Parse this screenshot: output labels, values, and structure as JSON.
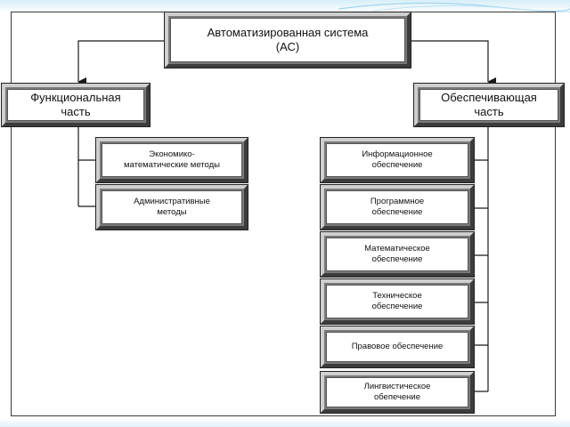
{
  "diagram": {
    "root": {
      "line1": "Автоматизированная система",
      "line2": "(АС)"
    },
    "left_branch": {
      "line1": "Функциональная",
      "line2": "часть",
      "items": [
        {
          "line1": "Экономико-",
          "line2": "математические методы"
        },
        {
          "line1": "Административные",
          "line2": "методы"
        }
      ]
    },
    "right_branch": {
      "line1": "Обеспечивающая",
      "line2": "часть",
      "items": [
        {
          "line1": "Информационное",
          "line2": "обеспечение"
        },
        {
          "line1": "Программное",
          "line2": "обеспечение"
        },
        {
          "line1": "Математическое",
          "line2": "обеспечение"
        },
        {
          "line1": "Техническое",
          "line2": "обеспечение"
        },
        {
          "line1": "Правовое обеспечение",
          "line2": ""
        },
        {
          "line1": "Лингвистическое",
          "line2": "обепечение"
        }
      ]
    }
  },
  "colors": {
    "line": "#1a1a1a",
    "bevel_dark": "#3c3c3c",
    "bevel_light": "#cfcfcf",
    "decor": "#9fd3ec"
  }
}
